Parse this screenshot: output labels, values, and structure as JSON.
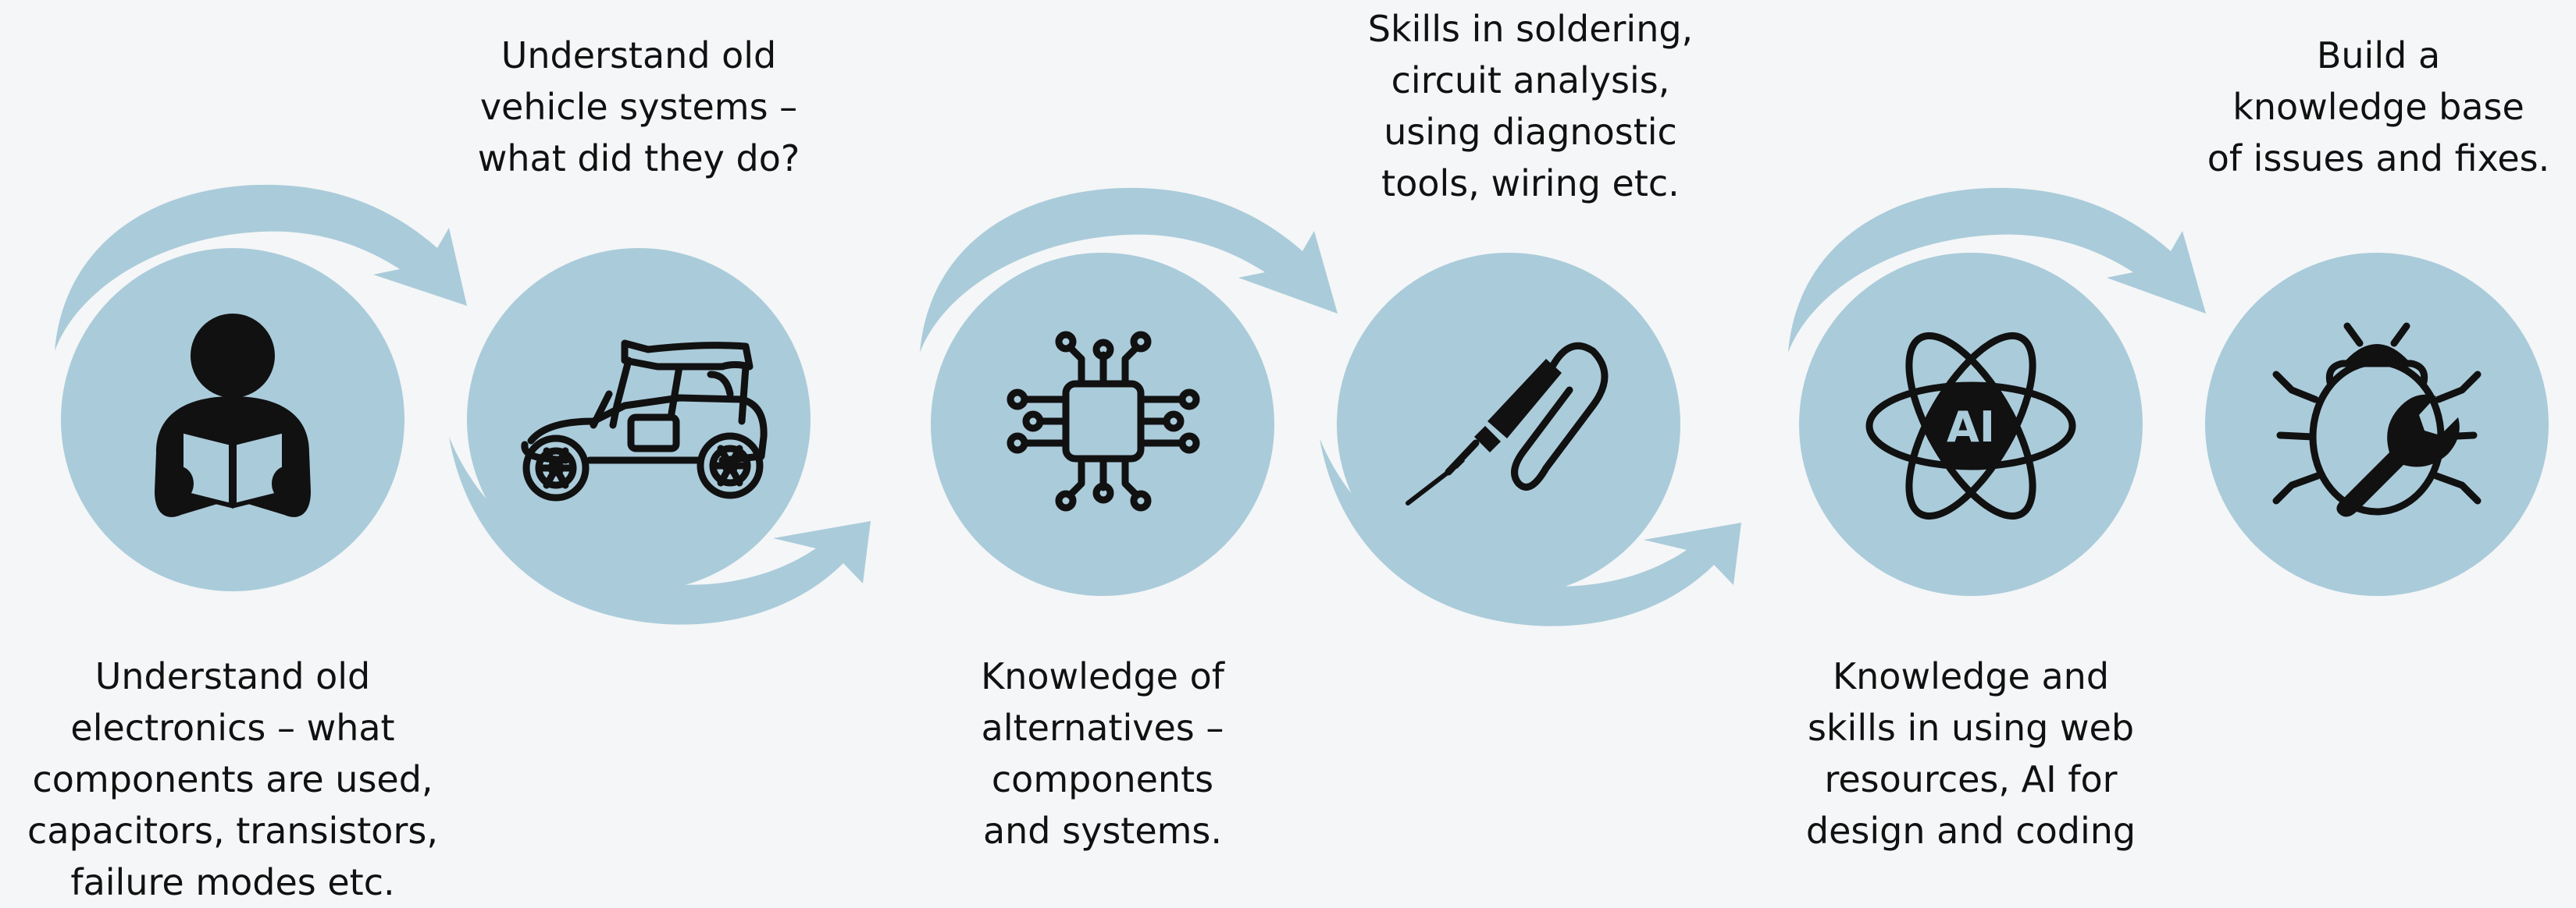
{
  "colors": {
    "background": "#f4f6f7",
    "circle": "#aacbda",
    "icon": "#111111",
    "text": "#111111"
  },
  "steps": [
    {
      "icon": "reading-person-icon",
      "caption": "Understand old\nelectronics – what\ncomponents are used,\ncapacitors, transistors,\nfailure modes etc."
    },
    {
      "icon": "vintage-car-icon",
      "caption": "Understand old\nvehicle systems –\nwhat did they do?"
    },
    {
      "icon": "microchip-icon",
      "caption": "Knowledge of\nalternatives –\ncomponents\nand systems."
    },
    {
      "icon": "soldering-iron-icon",
      "caption": "Skills in soldering,\ncircuit analysis,\nusing diagnostic\ntools, wiring etc."
    },
    {
      "icon": "ai-atom-icon",
      "caption": "Knowledge and\nskills in using web\nresources, AI for\ndesign and coding",
      "icon_text": "AI"
    },
    {
      "icon": "bug-wrench-icon",
      "caption": "Build a\nknowledge base\nof issues and fixes."
    }
  ]
}
